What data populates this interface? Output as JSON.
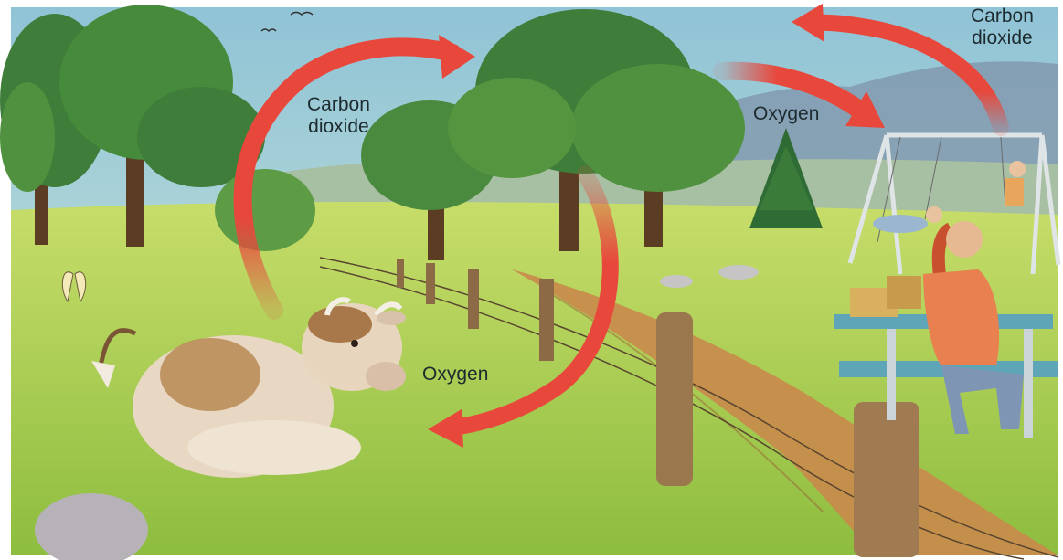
{
  "labels": {
    "carbon_dioxide_left": [
      "Carbon",
      "dioxide"
    ],
    "carbon_dioxide_right": [
      "Carbon",
      "dioxide"
    ],
    "oxygen_top": "Oxygen",
    "oxygen_bottom": "Oxygen"
  },
  "colors": {
    "arrow": "#e8483c",
    "sky": "#a9d4df",
    "grass": "#a9cc52",
    "foliage": "#3f7d3a",
    "path": "#c98a4b"
  }
}
